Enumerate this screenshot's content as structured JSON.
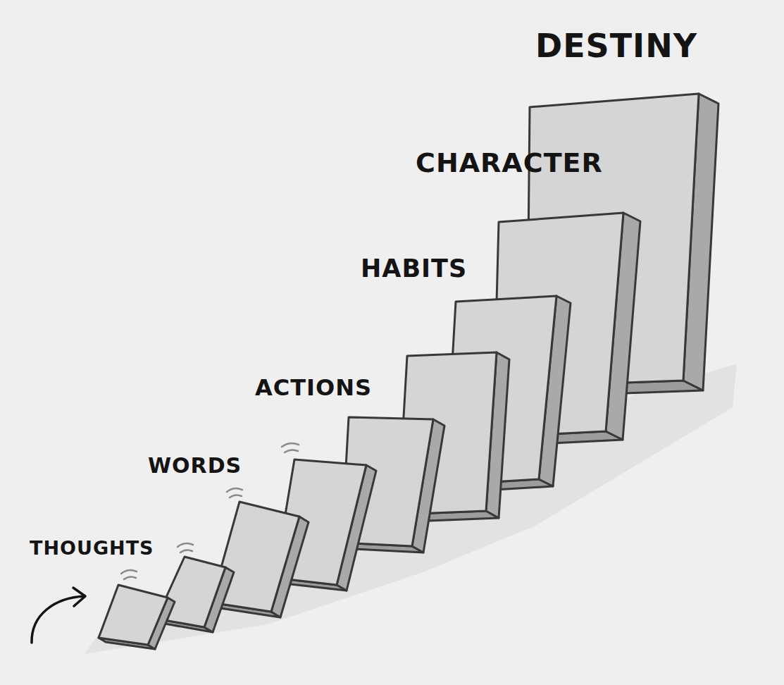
{
  "diagram": {
    "labels": [
      "THOUGHTS",
      "WORDS",
      "ACTIONS",
      "HABITS",
      "CHARACTER",
      "DESTINY"
    ]
  }
}
